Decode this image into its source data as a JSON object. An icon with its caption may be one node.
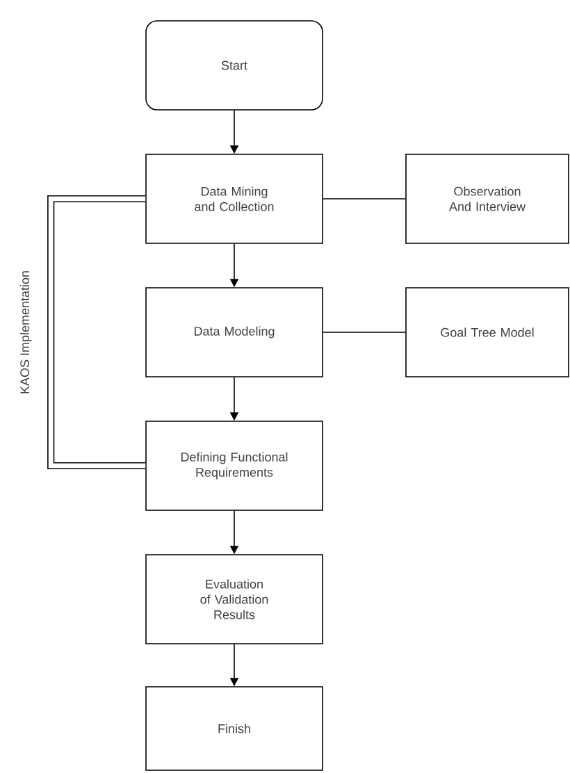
{
  "diagram": {
    "nodes": [
      {
        "text": [
          "Start"
        ]
      },
      {
        "text": [
          "Data Mining and Collection"
        ]
      },
      {
        "text": [
          "Observation And Interview"
        ]
      },
      {
        "text": [
          "Data Modeling"
        ]
      },
      {
        "text": [
          "Goal Tree Model"
        ]
      },
      {
        "text": [
          "Defining Functional Requirements"
        ]
      },
      {
        "text": [
          "Evaluation of Validation Results"
        ]
      },
      {
        "text": [
          "Finish"
        ]
      }
    ],
    "edges": [
      {
        "from": 0,
        "to": 1,
        "arrow": "to"
      },
      {
        "from": 1,
        "to": 3,
        "arrow": "to"
      },
      {
        "from": 3,
        "to": 5,
        "arrow": "to"
      },
      {
        "from": 5,
        "to": 6,
        "arrow": "to"
      },
      {
        "from": 6,
        "to": 7,
        "arrow": "to"
      },
      {
        "from": 1,
        "to": 2,
        "arrow": "none"
      },
      {
        "from": 3,
        "to": 4,
        "arrow": "none"
      },
      {
        "from": 1,
        "to": 5,
        "arrow": "none",
        "style": "thick",
        "label": "KAOS Implementation"
      }
    ]
  }
}
